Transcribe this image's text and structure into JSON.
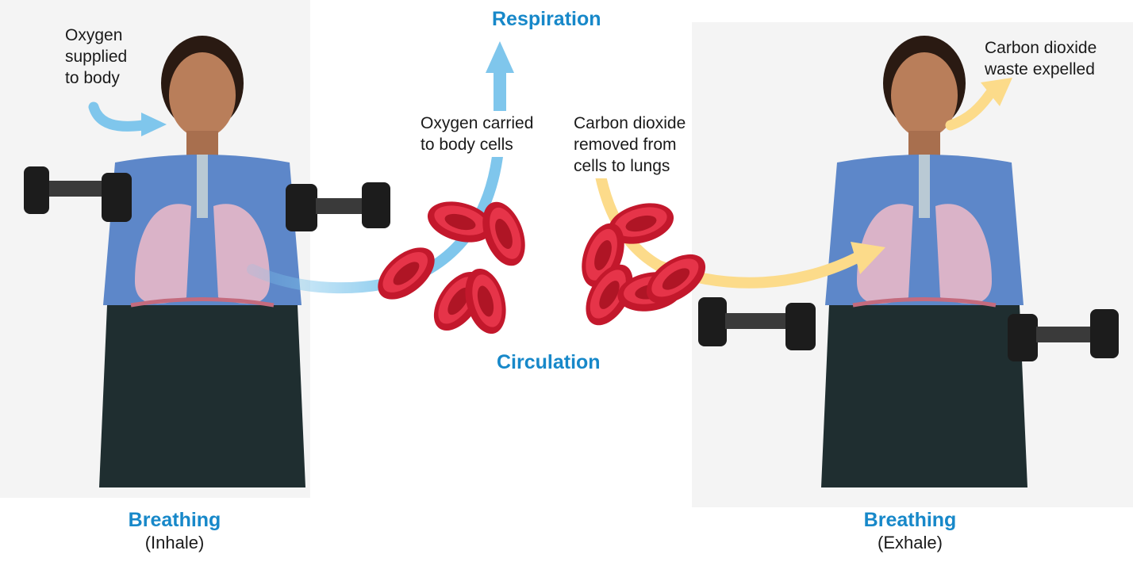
{
  "title": "Respiration",
  "circulation_label": "Circulation",
  "left_panel": {
    "heading": "Breathing",
    "subheading": "(Inhale)",
    "callout": [
      "Oxygen",
      "supplied",
      "to body"
    ]
  },
  "right_panel": {
    "heading": "Breathing",
    "subheading": "(Exhale)",
    "callout": [
      "Carbon dioxide",
      "waste expelled"
    ]
  },
  "center": {
    "oxygen_label": [
      "Oxygen carried",
      "to body cells"
    ],
    "co2_label": [
      "Carbon dioxide",
      "removed from",
      "cells to lungs"
    ]
  },
  "colors": {
    "accent_blue": "#1788c9",
    "oxygen_arrow": "#7fc6ec",
    "co2_arrow": "#fcdb8a",
    "blood_cell": "#d41f35",
    "shirt": "#5d87c9",
    "lungs": "#e8b8c8"
  }
}
